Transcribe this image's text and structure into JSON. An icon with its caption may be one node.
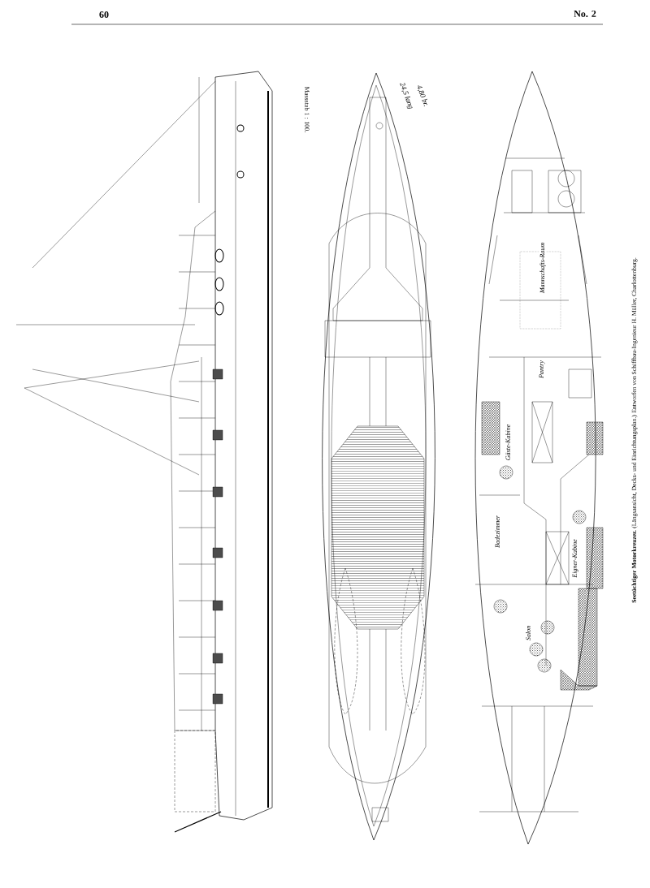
{
  "diagram": {
    "caption": "**Seetüchtiger Motorkreuzer.** (Längsansicht, Decks- und Einrichtungsplan.) Entworfen von Schiffbau-Ingenieur H. Müller, Charlottenburg.",
    "labels": [
      "60",
      "No. 2",
      "Massstab 1 : 100.",
      "24,5 lang",
      "4,80 br.",
      "Mannschafts-Raum",
      "Pantry",
      "Gäste-Kabine",
      "Badezimmer",
      "Eigner-Kabine",
      "Salon"
    ]
  }
}
